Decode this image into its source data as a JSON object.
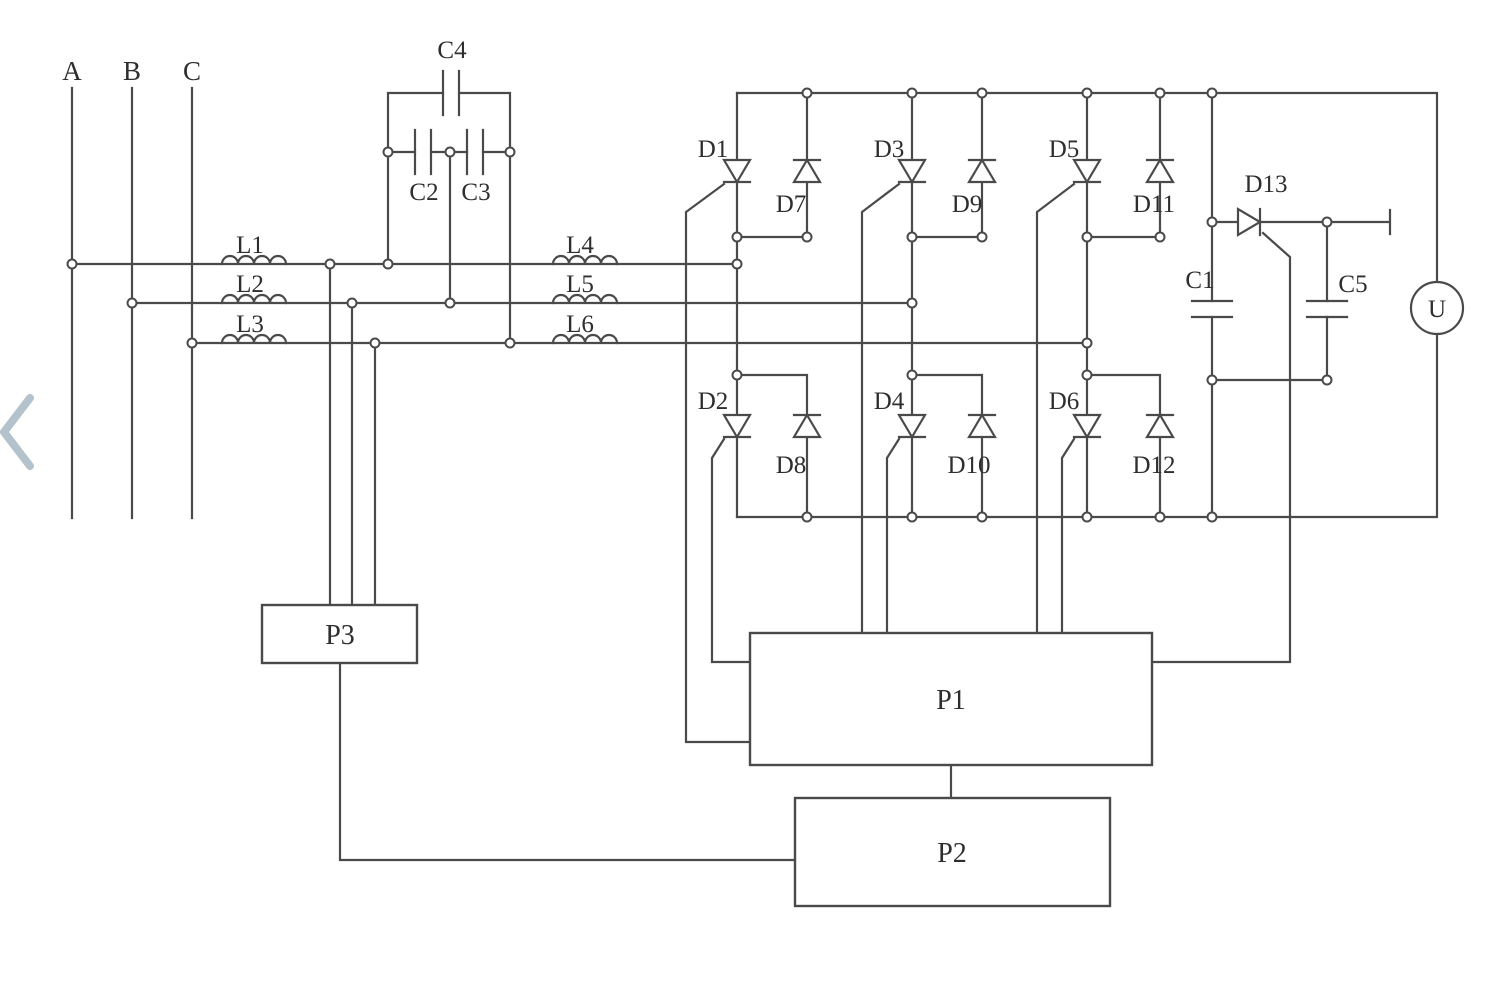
{
  "labels": {
    "phase_a": "A",
    "phase_b": "B",
    "phase_c": "C",
    "l1": "L1",
    "l2": "L2",
    "l3": "L3",
    "l4": "L4",
    "l5": "L5",
    "l6": "L6",
    "c1": "C1",
    "c2": "C2",
    "c3": "C3",
    "c4": "C4",
    "c5": "C5",
    "d1": "D1",
    "d2": "D2",
    "d3": "D3",
    "d4": "D4",
    "d5": "D5",
    "d6": "D6",
    "d7": "D7",
    "d8": "D8",
    "d9": "D9",
    "d10": "D10",
    "d11": "D11",
    "d12": "D12",
    "d13": "D13",
    "p1": "P1",
    "p2": "P2",
    "p3": "P3",
    "u": "U"
  },
  "colors": {
    "wire": "#4a4a4a",
    "text": "#2e2e2e",
    "background": "#ffffff",
    "chevron": "#b4c2cb"
  }
}
